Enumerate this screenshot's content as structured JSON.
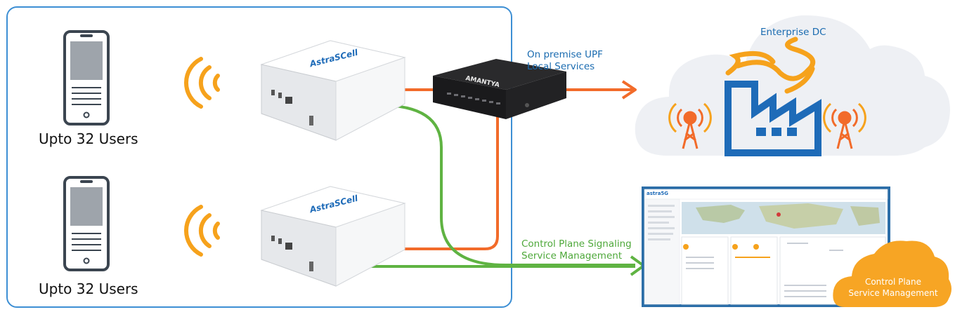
{
  "cells": [
    {
      "users_label": "Upto 32 Users",
      "brand": "AstraSCell"
    },
    {
      "users_label": "Upto 32 Users",
      "brand": "AstraSCell"
    }
  ],
  "upf": {
    "label_line1": "On premise UPF",
    "label_line2": "Local Services",
    "device_brand": "AMANTYA"
  },
  "enterprise": {
    "label": "Enterprise DC"
  },
  "control_plane": {
    "label_line1": "Control Plane Signaling",
    "label_line2": "Service Management",
    "cloud_line1": "Control Plane",
    "cloud_line2": "Service Management",
    "dashboard_brand": "astra5G"
  },
  "colors": {
    "frame_blue": "#3d8fd4",
    "orange": "#f26b2a",
    "green": "#5fb342",
    "wifi_orange": "#f6a21c",
    "factory_blue": "#1e6bb8",
    "cloud_orange": "#f7a524",
    "cloud_gray": "#eef0f4"
  }
}
